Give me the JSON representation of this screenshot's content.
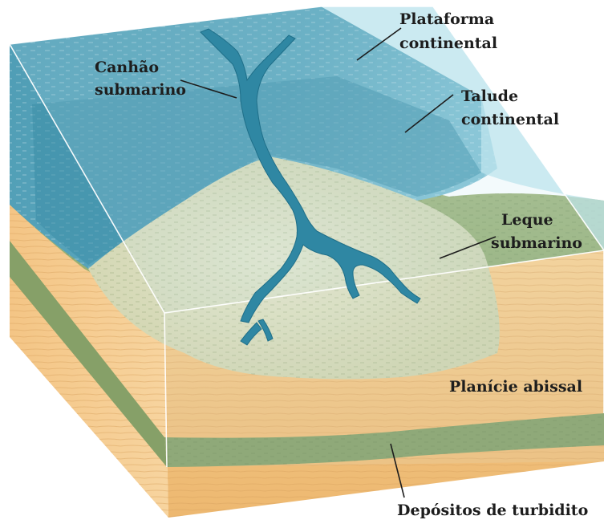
{
  "labels": {
    "plataforma_line1": "Plataforma",
    "plataforma_line2": "continental",
    "canhao_line1": "Canhão",
    "canhao_line2": "submarino",
    "talude_line1": "Talude",
    "talude_line2": "continental",
    "leque_line1": "Leque",
    "leque_line2": "submarino",
    "planicie": "Planície abissal",
    "depositos": "Depósitos de turbidito"
  },
  "colors": {
    "water_deep": "#3f8fa8",
    "water_light": "#bfe6ee",
    "shelf": "#6aaec1",
    "fan": "#d9dcbf",
    "plain": "#a2b77f",
    "sediment_base": "#f3c787",
    "sediment_band": "#7f9a63",
    "canyon": "#2f87a3"
  }
}
